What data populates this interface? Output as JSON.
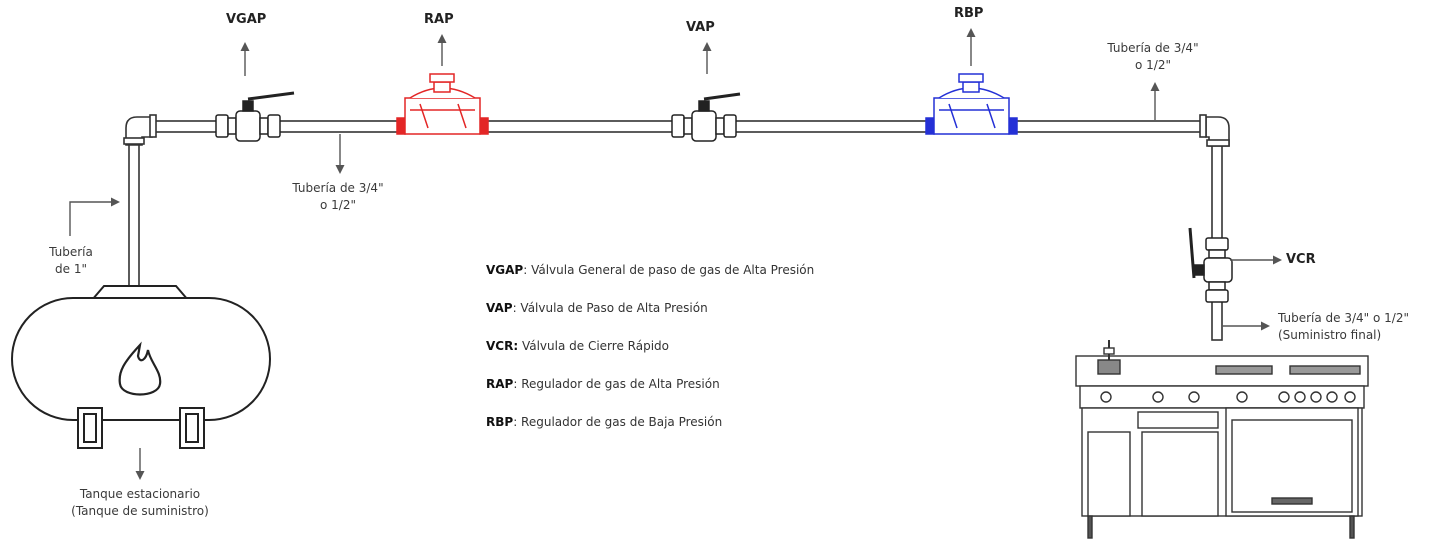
{
  "tags": {
    "vgap": "VGAP",
    "rap": "RAP",
    "vap": "VAP",
    "rbp": "RBP",
    "vcr": "VCR"
  },
  "labels": {
    "pipe_mid_1": "Tubería de 3/4\"",
    "pipe_mid_2": "o  1/2\"",
    "pipe_top_1": "Tubería de 3/4\"",
    "pipe_top_2": "o  1/2\"",
    "pipe_1in_1": "Tubería",
    "pipe_1in_2": "de 1\"",
    "pipe_final_1": "Tubería de 3/4\" o  1/2\"",
    "pipe_final_2": "(Suministro final)",
    "tank_1": "Tanque estacionario",
    "tank_2": "(Tanque de suministro)"
  },
  "legend": [
    {
      "abbr": "VGAP",
      "sep": ": ",
      "text": "Válvula General de paso de gas de Alta Presión"
    },
    {
      "abbr": "VAP",
      "sep": ": ",
      "text": "Válvula de Paso de Alta Presión"
    },
    {
      "abbr": "VCR:",
      "sep": " ",
      "text": "Válvula de Cierre Rápido"
    },
    {
      "abbr": "RAP",
      "sep": ": ",
      "text": "Regulador de gas de  Alta Presión"
    },
    {
      "abbr": "RBP",
      "sep": ": ",
      "text": "Regulador de gas de Baja Presión"
    }
  ],
  "colors": {
    "high_pressure_regulator": "#e32626",
    "low_pressure_regulator": "#2430d6",
    "pipe": "#333333",
    "arrow": "#555555"
  }
}
